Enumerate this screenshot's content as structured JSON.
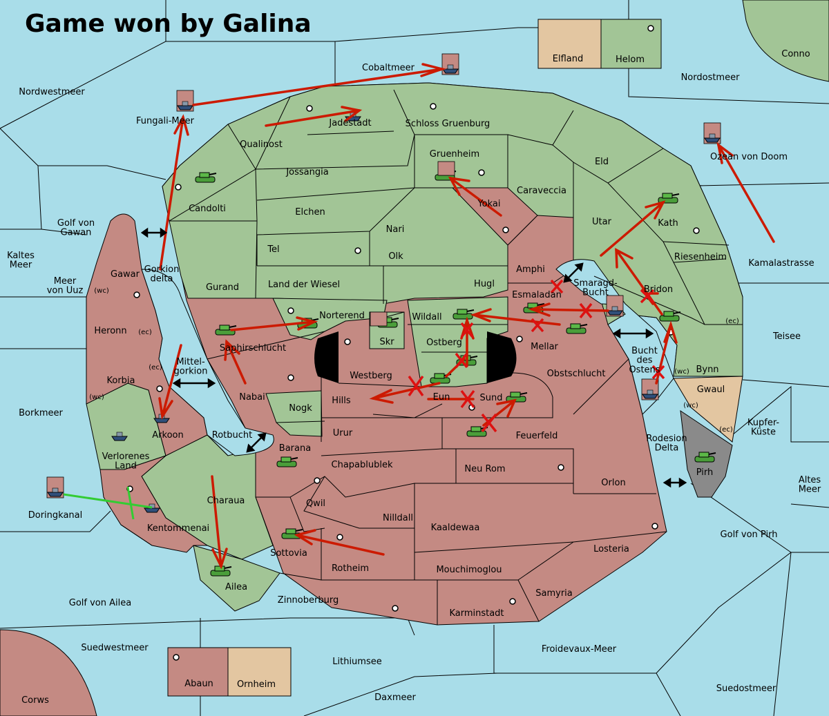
{
  "title": "Game won by Galina",
  "colors": {
    "sea": "#a9dde9",
    "galina": "#a2c596",
    "opponent": "#c48a83",
    "neutral": "#e3c6a1",
    "impassable": "#8a8a8a",
    "move_arrow": "#cc1a00",
    "convoy_arrow": "#33cc33"
  },
  "seas": {
    "nordwestmeer": "Nordwestmeer",
    "cobaltmeer": "Cobaltmeer",
    "nordostmeer": "Nordostmeer",
    "fungali_meer": "Fungali-Meer",
    "golf_von_gawan": "Golf von\nGawan",
    "kaltes_meer": "Kaltes\nMeer",
    "meer_von_uuz": "Meer\nvon Uuz",
    "ozean_von_doom": "Ozean von Doom",
    "kamalastrasse": "Kamalastrasse",
    "teisee": "Teisee",
    "borkmeer": "Borkmeer",
    "kupfer_kueste": "Kupfer-\nKüste",
    "altes_meer": "Altes\nMeer",
    "doringkanal": "Doringkanal",
    "golf_von_pirh": "Golf von Pirh",
    "golf_von_ailea": "Golf von Ailea",
    "suedwestmeer": "Suedwestmeer",
    "lithiumsee": "Lithiumsee",
    "froidevaux_meer": "Froidevaux-Meer",
    "suedostmeer": "Suedostmeer",
    "daxmeer": "Daxmeer",
    "corws": "Corws",
    "conno": "Conno",
    "smaragd_bucht": "Smaragd-\nBucht",
    "bucht_des_ostens": "Bucht\ndes\nOstens",
    "rotbucht": "Rotbucht",
    "mittel_gorkion": "Mittel-\ngorkion",
    "gorkion_delta": "Gorkion\ndelta",
    "rodesion_delta": "Rodesion\nDelta"
  },
  "lands": {
    "elfland": "Elfland",
    "helom": "Helom",
    "jadestadt": "Jadestadt",
    "schloss_gruenburg": "Schloss Gruenburg",
    "qualinost": "Qualinost",
    "jossangia": "Jossangia",
    "gruenheim": "Gruenheim",
    "eld": "Eld",
    "candolti": "Candolti",
    "elchen": "Elchen",
    "caraveccia": "Caraveccia",
    "yokai": "Yokai",
    "utar": "Utar",
    "kath": "Kath",
    "nari": "Nari",
    "tel": "Tel",
    "olk": "Olk",
    "amphi": "Amphi",
    "riesenheim": "Riesenheim",
    "gawar": "Gawar",
    "gurand": "Gurand",
    "land_der_wiesel": "Land der Wiesel",
    "hugl": "Hugl",
    "esmaladan": "Esmaladan",
    "bridon": "Bridon",
    "heronn": "Heronn",
    "norterend": "Norterend",
    "wildall": "Wildall",
    "skr": "Skr",
    "ostberg": "Ostberg",
    "mellar": "Mellar",
    "saphirschlucht": "Saphirschlucht",
    "korbia": "Korbia",
    "westberg": "Westberg",
    "obstschlucht": "Obstschlucht",
    "bynn": "Bynn",
    "nabai": "Nabai",
    "hills": "Hills",
    "eun": "Eun",
    "sund": "Sund",
    "gwaul": "Gwaul",
    "nogk": "Nogk",
    "arkoon": "Arkoon",
    "urur": "Urur",
    "feuerfeld": "Feuerfeld",
    "verlorenes_land": "Verlorenes\nLand",
    "barana": "Barana",
    "chapablublek": "Chapablublek",
    "neu_rom": "Neu Rom",
    "orlon": "Orlon",
    "pirh": "Pirh",
    "charaua": "Charaua",
    "qwil": "Qwil",
    "nilldall": "Nilldall",
    "kentommenai": "Kentommenai",
    "kaaldewaa": "Kaaldewaa",
    "losteria": "Losteria",
    "sottovia": "Sottovia",
    "rotheim": "Rotheim",
    "mouchimoglou": "Mouchimoglou",
    "ailea": "Ailea",
    "samyria": "Samyria",
    "zinnoberburg": "Zinnoberburg",
    "karminstadt": "Karminstadt",
    "abaun": "Abaun",
    "ornheim": "Ornheim"
  },
  "coast_tags": {
    "wc": "(wc)",
    "ec": "(ec)"
  }
}
